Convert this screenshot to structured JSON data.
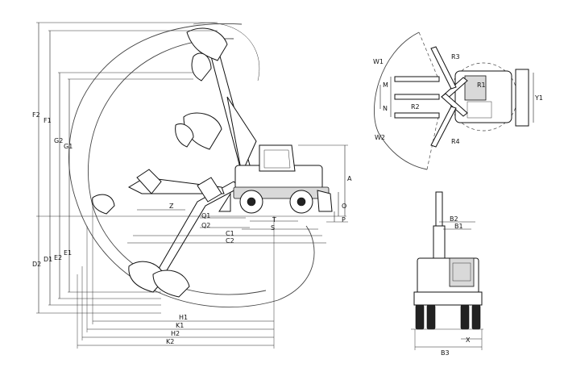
{
  "side_view": {
    "vertical_dims_left": [
      "F2",
      "F1",
      "G2",
      "G1",
      "D2",
      "D1",
      "E2",
      "E1"
    ],
    "height_dims_right": [
      "A",
      "O",
      "P"
    ],
    "horizontal_dims_bottom": [
      "H1",
      "K1",
      "H2",
      "K2"
    ],
    "horizontal_dims_under_machine": [
      "Q1",
      "Q2",
      "T",
      "S",
      "C1",
      "C2"
    ],
    "z_label": "Z"
  },
  "top_view": {
    "labels": [
      "W1",
      "R3",
      "M",
      "R1",
      "N",
      "R2",
      "Y1",
      "W2",
      "R4"
    ]
  },
  "front_view": {
    "labels": [
      "B2",
      "B1",
      "B3",
      "X"
    ]
  }
}
